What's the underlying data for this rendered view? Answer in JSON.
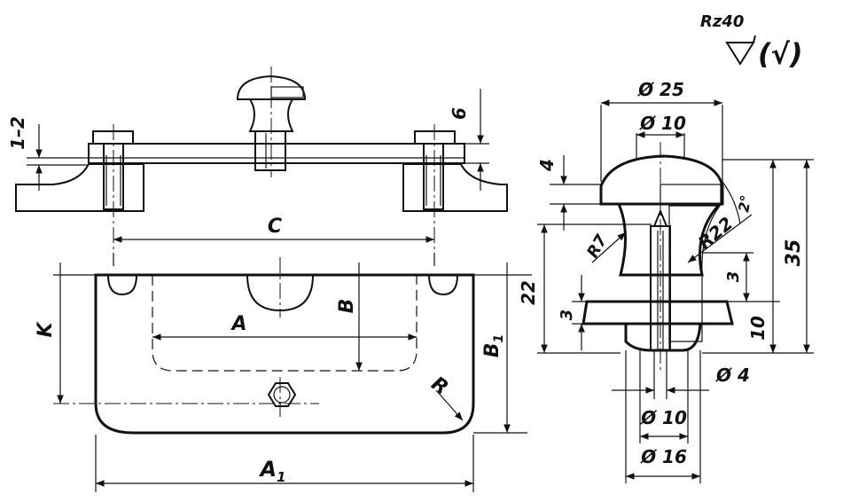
{
  "labels": {
    "roughness": "Rz40",
    "roughness_check": "(√)",
    "gap": "1–2",
    "thickness": "6",
    "C": "C",
    "A": "A",
    "B": "B",
    "K": "K",
    "B1": "B",
    "B1_sub": "1",
    "R": "R",
    "A1": "A",
    "A1_sub": "1",
    "d25": "Ø 25",
    "d10_top": "Ø 10",
    "h4": "4",
    "R7": "R7",
    "R22": "R22",
    "angle": "2°",
    "h35": "35",
    "h22": "22",
    "h3_left": "3",
    "h3_right": "3",
    "h10": "10",
    "d4": "Ø 4",
    "d10_bottom": "Ø 10",
    "d16": "Ø 16"
  }
}
